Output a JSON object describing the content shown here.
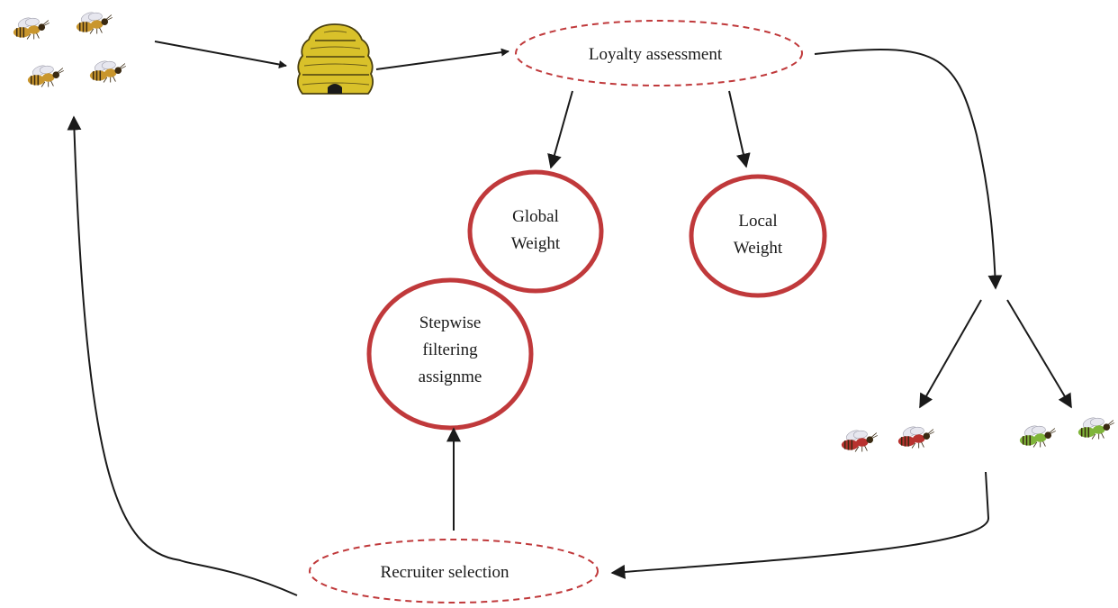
{
  "nodes": {
    "loyalty": {
      "label": "Loyalty assessment"
    },
    "global": {
      "lines": [
        "Global",
        "Weight"
      ]
    },
    "local": {
      "lines": [
        "Local",
        "Weight"
      ]
    },
    "stepwise": {
      "lines": [
        "Stepwise",
        "filtering",
        "assignme"
      ]
    },
    "recruiter": {
      "label": "Recruiter selection"
    }
  },
  "icons": {
    "bees": "bee-group-icon",
    "hive": "beehive-icon",
    "red_bees": "red-bee-icon",
    "green_bees": "green-bee-icon"
  },
  "colors": {
    "node_stroke": "#c0393b",
    "arrow": "#1a1a1a",
    "hive_fill": "#d9c12a",
    "bee_body": "#c9962d",
    "red_bee": "#b8322f",
    "green_bee": "#7fb53a"
  }
}
